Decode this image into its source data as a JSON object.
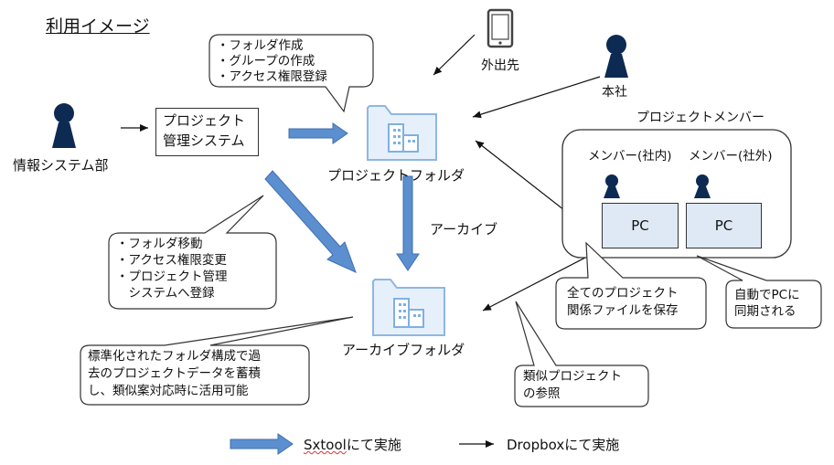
{
  "title": "利用イメージ",
  "nodes": {
    "mobile": "外出先",
    "head_office": "本社",
    "info_sys": "情報システム部",
    "pm_system_line1": "プロジェクト",
    "pm_system_line2": "管理システム",
    "project_folder": "プロジェクトフォルダ",
    "archive_folder": "アーカイブフォルダ",
    "archive_label": "アーカイブ",
    "members_group": "プロジェクトメンバー",
    "member_internal": "メンバー(社内)",
    "member_external": "メンバー(社外)",
    "pc1": "PC",
    "pc2": "PC"
  },
  "callouts": {
    "c1": [
      "・フォルダ作成",
      "・グループの作成",
      "・アクセス権限登録"
    ],
    "c2": [
      "・フォルダ移動",
      "・アクセス権限変更",
      "・プロジェクト管理",
      "　システムへ登録"
    ],
    "c3": [
      "標準化されたフォルダ構成で過",
      "去のプロジェクトデータを蓄積",
      "し、類似案対応時に活用可能"
    ],
    "c4": [
      "全てのプロジェクト",
      "関係ファイルを保存"
    ],
    "c5": [
      "自動でPCに",
      "同期される"
    ],
    "c6": [
      "類似プロジェクト",
      "の参照"
    ]
  },
  "legend": {
    "sxtool_name": "Sxtool",
    "sxtool_suffix": "にて実施",
    "dropbox_name": "Dropbox",
    "dropbox_suffix": "にて実施"
  },
  "colors": {
    "blue_arrow": "#5b8fd0",
    "blue_arrow_edge": "#3f6fae",
    "person": "#0d2a52",
    "folder_fill": "#e6f0fb",
    "folder_stroke": "#8fb6e4",
    "building": "#7fb0e4",
    "pc_fill": "#dfe9f6"
  },
  "icons": [
    "tablet-icon",
    "person-icon",
    "folder-icon",
    "building-icon"
  ]
}
